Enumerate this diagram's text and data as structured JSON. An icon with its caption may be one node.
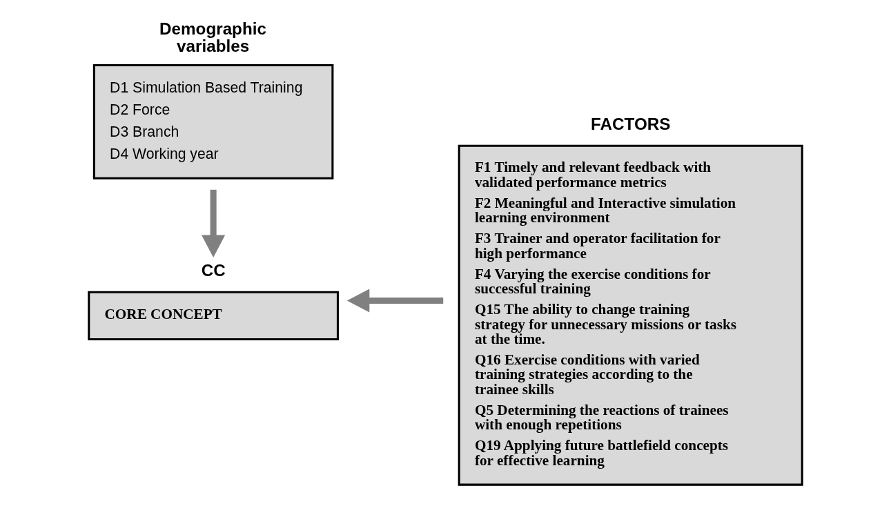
{
  "diagram": {
    "nodes": [
      {
        "text": [
          "CC",
          "CORE CONCEPT"
        ]
      },
      {
        "text": [
          "FACTORS",
          "F1 Timely and relevant feedback with validated performance metrics",
          "F2 Meaningful and Interactive simulation learning environment",
          "F3 Trainer and operator facilitation for high performance",
          "F4 Varying the exercise conditions for successful training",
          "Q15 The ability to change training strategy for unnecessary missions or tasks at the time.",
          "Q16 Exercise conditions with varied training strategies according to the trainee skills",
          "Q5 Determining the reactions of trainees with enough repetitions",
          "Q19 Applying future battlefield concepts for effective learning"
        ]
      },
      {
        "text": [
          "Demographic variables",
          "D1 Simulation Based Training",
          "D2 Force",
          "D3 Branch",
          "D4 Working year"
        ]
      }
    ],
    "edges": [
      {
        "from": 1,
        "to": 0,
        "arrow": "to"
      },
      {
        "from": 2,
        "to": 0,
        "arrow": "to"
      }
    ]
  }
}
